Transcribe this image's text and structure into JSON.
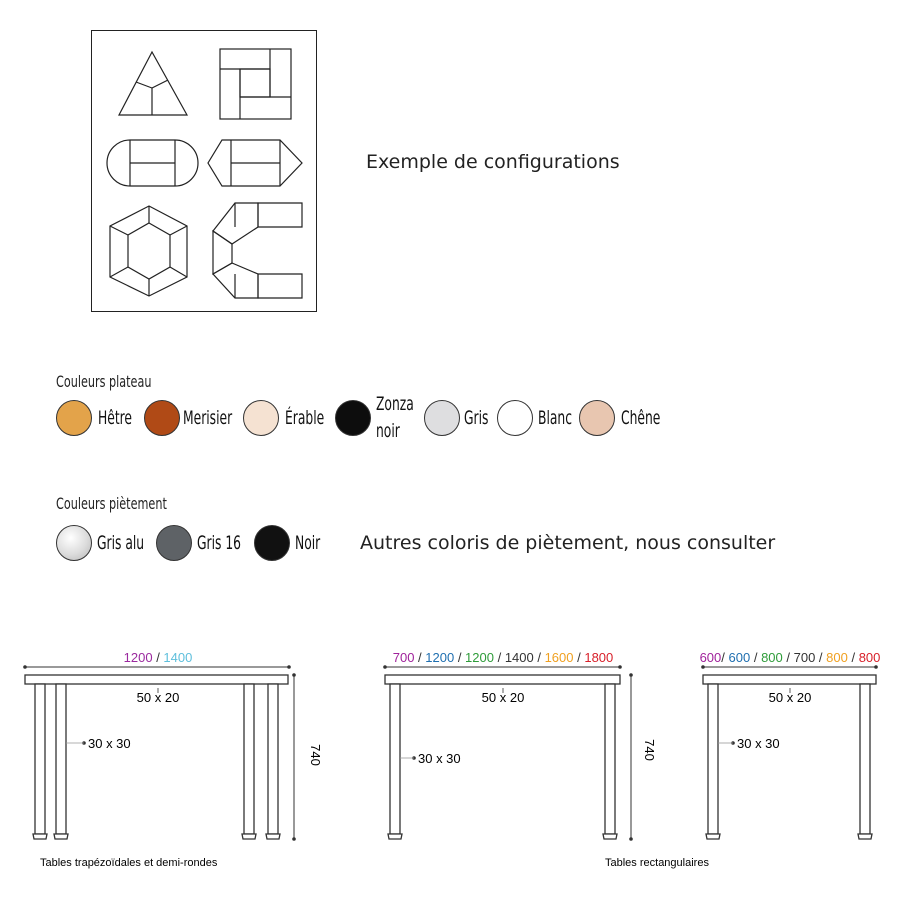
{
  "configurations": {
    "caption": "Exemple de configurations",
    "shapes": [
      "triangle-icon",
      "square-icon",
      "rounded-rectangle-icon",
      "octagon-rectangle-icon",
      "hexagon-icon",
      "u-shape-icon"
    ]
  },
  "plateau": {
    "title": "Couleurs plateau",
    "items": [
      {
        "label": "Hêtre",
        "color": "#e3a34a"
      },
      {
        "label": "Merisier",
        "color": "#b04a16"
      },
      {
        "label": "Érable",
        "color": "#f5e2d2"
      },
      {
        "label": "Zonza noir",
        "line1": "Zonza",
        "line2": "noir",
        "color": "#0d0d0d"
      },
      {
        "label": "Gris",
        "color": "#dedee0"
      },
      {
        "label": "Blanc",
        "color": "#ffffff"
      },
      {
        "label": "Chêne",
        "color": "#e8c6b0"
      }
    ]
  },
  "pietement": {
    "title": "Couleurs piètement",
    "items": [
      {
        "label": "Gris alu",
        "color": "#dcdcdc"
      },
      {
        "label": "Gris 16",
        "color": "#5e6266"
      },
      {
        "label": "Noir",
        "color": "#111111"
      }
    ],
    "note": "Autres coloris de piètement, nous consulter"
  },
  "diagrams": {
    "trapeze": {
      "widths": [
        {
          "text": "1200",
          "color": "#9b2a9f"
        },
        {
          "text": " / ",
          "color": "#333333"
        },
        {
          "text": "1400",
          "color": "#5fbfdc"
        }
      ],
      "top_section": "50 x 20",
      "leg_section": "30 x 30",
      "height": "740",
      "caption": "Tables trapézoïdales et demi-rondes"
    },
    "rect": {
      "widths": [
        {
          "text": "700",
          "color": "#a0229b"
        },
        {
          "text": " / ",
          "color": "#333333"
        },
        {
          "text": "1200",
          "color": "#1f6fb0"
        },
        {
          "text": " / ",
          "color": "#333333"
        },
        {
          "text": "1200",
          "color": "#2f9c3a"
        },
        {
          "text": " / ",
          "color": "#333333"
        },
        {
          "text": "1400",
          "color": "#333333"
        },
        {
          "text": " / ",
          "color": "#333333"
        },
        {
          "text": "1600",
          "color": "#f0a020"
        },
        {
          "text": " / ",
          "color": "#333333"
        },
        {
          "text": "1800",
          "color": "#d8202a"
        }
      ],
      "top_section": "50 x 20",
      "leg_section": "30 x 30",
      "height": "740",
      "caption": "Tables rectangulaires"
    },
    "small": {
      "widths": [
        {
          "text": "600",
          "color": "#a0229b"
        },
        {
          "text": "/ ",
          "color": "#333333"
        },
        {
          "text": "600",
          "color": "#1f6fb0"
        },
        {
          "text": " / ",
          "color": "#333333"
        },
        {
          "text": "800",
          "color": "#2f9c3a"
        },
        {
          "text": " / ",
          "color": "#333333"
        },
        {
          "text": "700",
          "color": "#333333"
        },
        {
          "text": " / ",
          "color": "#333333"
        },
        {
          "text": "800",
          "color": "#f0a020"
        },
        {
          "text": " / ",
          "color": "#333333"
        },
        {
          "text": "800",
          "color": "#d8202a"
        }
      ],
      "top_section": "50 x 20",
      "leg_section": "30 x 30"
    }
  }
}
